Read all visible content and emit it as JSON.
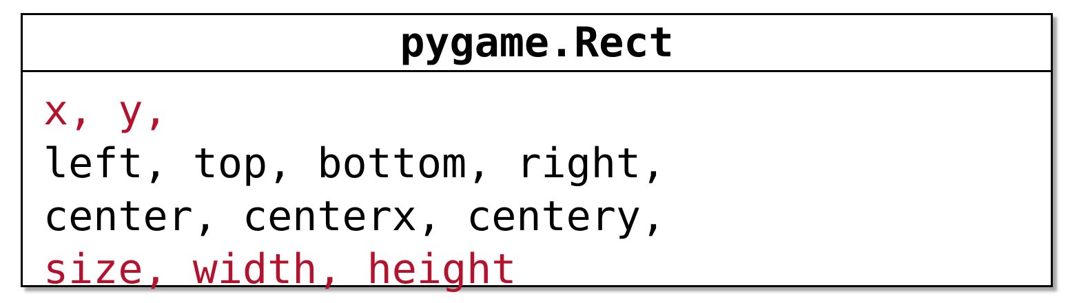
{
  "diagram": {
    "class_name": "pygame.Rect",
    "attribute_lines": [
      {
        "text": "x, y,",
        "color": "#b5122e"
      },
      {
        "text": "left, top, bottom, right,",
        "color": "#000000"
      },
      {
        "text": "center, centerx, centery,",
        "color": "#000000"
      },
      {
        "text": "size, width, height",
        "color": "#b5122e"
      }
    ]
  }
}
